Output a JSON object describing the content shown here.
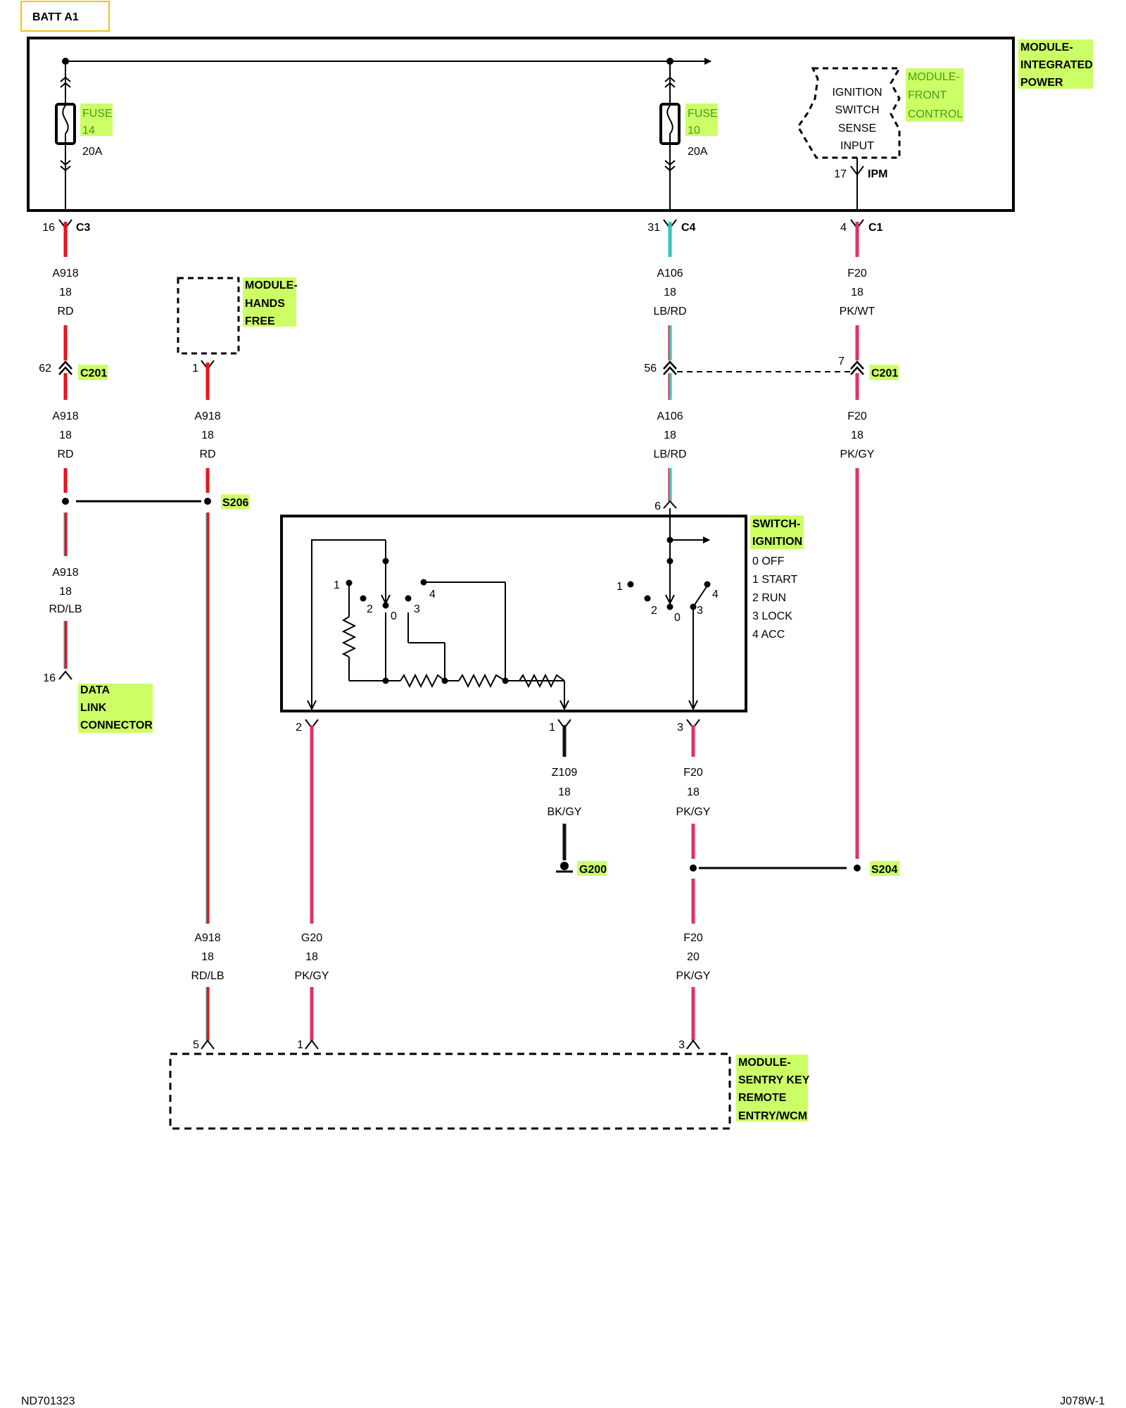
{
  "batt": "BATT A1",
  "modules": {
    "ipm": [
      "MODULE-",
      "INTEGRATED",
      "POWER"
    ],
    "front": [
      "MODULE-",
      "FRONT",
      "CONTROL"
    ],
    "hands": [
      "MODULE-",
      "HANDS",
      "FREE"
    ],
    "sentry": [
      "MODULE-",
      "SENTRY KEY",
      "REMOTE",
      "ENTRY/WCM"
    ],
    "dlc": [
      "DATA",
      "LINK",
      "CONNECTOR"
    ],
    "switch": [
      "SWITCH-",
      "IGNITION"
    ]
  },
  "sense": [
    "IGNITION",
    "SWITCH",
    "SENSE",
    "INPUT"
  ],
  "fuses": {
    "f14": {
      "label": "FUSE",
      "num": "14",
      "rating": "20A"
    },
    "f10": {
      "label": "FUSE",
      "num": "10",
      "rating": "20A"
    }
  },
  "switch_positions": [
    "0 OFF",
    "1 START",
    "2 RUN",
    "3 LOCK",
    "4 ACC"
  ],
  "switch_contact_nums": [
    "1",
    "2",
    "0",
    "3",
    "4"
  ],
  "connectors": {
    "ipm": "IPM",
    "c3": "C3",
    "c4": "C4",
    "c1": "C1",
    "c201": "C201",
    "s206": "S206",
    "s204": "S204",
    "g200": "G200"
  },
  "pins": {
    "ipm17": "17",
    "c3": "16",
    "c4": "31",
    "c1": "4",
    "c201_62": "62",
    "c201_56": "56",
    "c201_7": "7",
    "hf1": "1",
    "dlc16": "16",
    "sw6": "6",
    "sw2": "2",
    "sw1": "1",
    "sw3": "3",
    "sk5": "5",
    "sk1": "1",
    "sk3": "3"
  },
  "wires": {
    "a918_top": [
      "A918",
      "18",
      "RD"
    ],
    "a918_mid": [
      "A918",
      "18",
      "RD"
    ],
    "a918_hf": [
      "A918",
      "18",
      "RD"
    ],
    "a918_dlc": [
      "A918",
      "18",
      "RD/LB"
    ],
    "a918_sk": [
      "A918",
      "18",
      "RD/LB"
    ],
    "a106_top": [
      "A106",
      "18",
      "LB/RD"
    ],
    "a106_mid": [
      "A106",
      "18",
      "LB/RD"
    ],
    "f20_top": [
      "F20",
      "18",
      "PK/WT"
    ],
    "f20_mid": [
      "F20",
      "18",
      "PK/GY"
    ],
    "z109": [
      "Z109",
      "18",
      "BK/GY"
    ],
    "f20_sw": [
      "F20",
      "18",
      "PK/GY"
    ],
    "g20": [
      "G20",
      "18",
      "PK/GY"
    ],
    "f20_sk": [
      "F20",
      "20",
      "PK/GY"
    ]
  },
  "footer": {
    "left": "ND701323",
    "right": "J078W-1"
  },
  "colors": {
    "rd": "#e8141c",
    "lb": "#2ec4c4",
    "pk": "#e0306a",
    "bk": "#111111",
    "highlight": "#ccff66",
    "batt_border": "#f0c020"
  }
}
